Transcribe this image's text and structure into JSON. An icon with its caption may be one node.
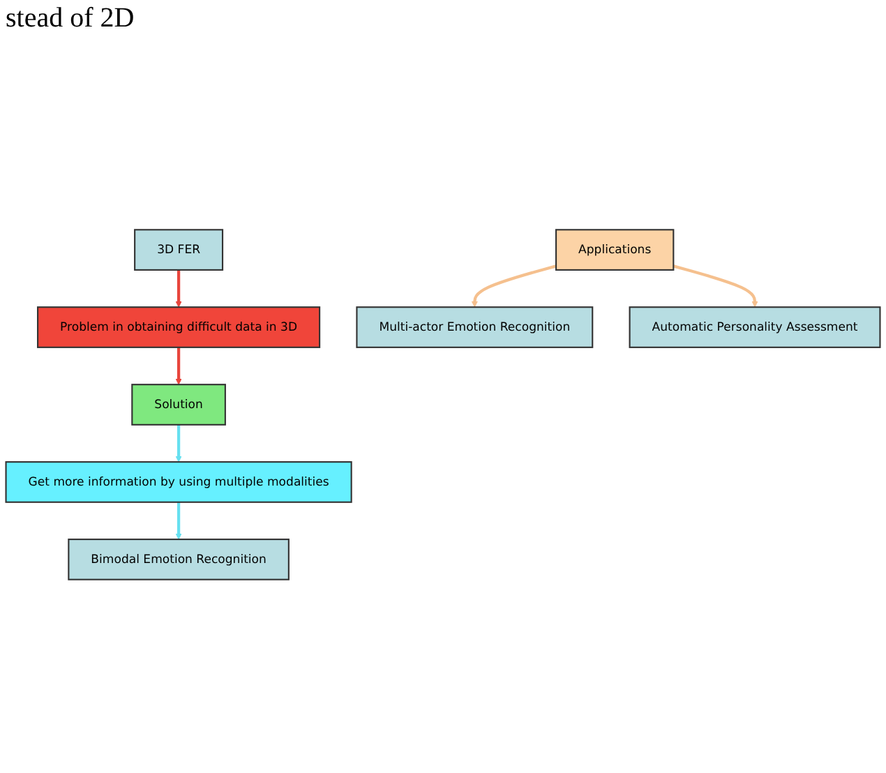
{
  "diagram": {
    "nodes": [
      {
        "text": [
          "3D FER"
        ]
      },
      {
        "text": [
          "Problem in obtaining difficult data in 3D"
        ]
      },
      {
        "text": [
          "Solution"
        ]
      },
      {
        "text": [
          "Get more information by using multiple modalities"
        ]
      },
      {
        "text": [
          "Bimodal Emotion Recognition"
        ]
      },
      {
        "text": [
          "Applications"
        ]
      },
      {
        "text": [
          "Multi-actor Emotion Recognition"
        ]
      },
      {
        "text": [
          "Automatic Personality Assessment"
        ]
      }
    ],
    "edges": [
      {
        "from": 0,
        "to": 1,
        "arrow": "to",
        "color": "#e8453c"
      },
      {
        "from": 1,
        "to": 2,
        "arrow": "to",
        "color": "#e8453c"
      },
      {
        "from": 2,
        "to": 3,
        "arrow": "to",
        "color": "#66e0f0"
      },
      {
        "from": 3,
        "to": 4,
        "arrow": "to",
        "color": "#66e0f0"
      },
      {
        "from": 5,
        "to": 6,
        "arrow": "to",
        "color": "#f5c08e"
      },
      {
        "from": 5,
        "to": 7,
        "arrow": "to",
        "color": "#f5c08e"
      }
    ],
    "labels": [
      "stead of 2D"
    ]
  }
}
